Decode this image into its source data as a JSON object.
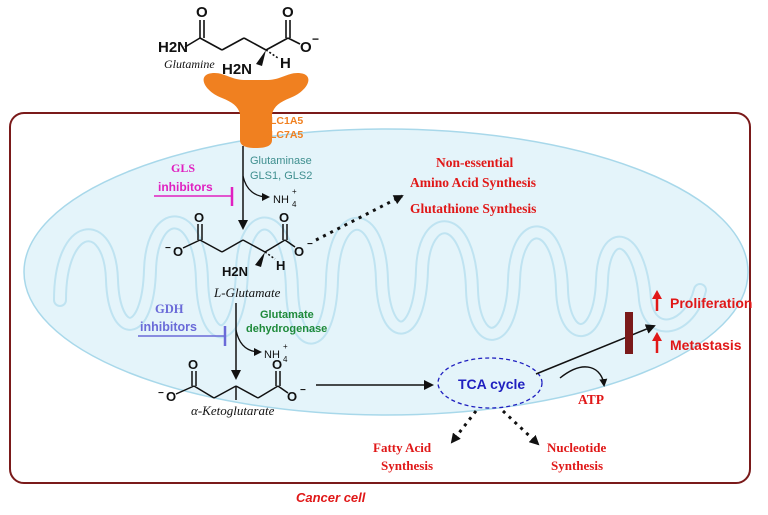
{
  "substrate": {
    "name": "Glutamine",
    "amide_group": "H2N",
    "amine_group": "H2N",
    "h_label": "H",
    "oxygen": "O",
    "charge": "−"
  },
  "transporter": {
    "line1": "SLC1A5",
    "line2": "SLC7A5",
    "color": "#f08020"
  },
  "glutaminase": {
    "title": "Glutaminase",
    "isoforms": "GLS1, GLS2",
    "color": "#3f8f8f"
  },
  "gls_inhibitors": {
    "line1": "GLS",
    "line2": "inhibitors",
    "color": "#e020c0"
  },
  "ammonia": {
    "formula": "NH",
    "subscript": "4",
    "superscript": "+"
  },
  "glutamate": {
    "name": "L-Glutamate",
    "amine_group": "H2N",
    "h_label": "H"
  },
  "outputs_top": {
    "line1": "Non-essential",
    "line2": "Amino Acid Synthesis",
    "line3": "Glutathione Synthesis"
  },
  "gdh_inhibitors": {
    "line1": "GDH",
    "line2": "inhibitors",
    "color": "#6a6ad8"
  },
  "gdh": {
    "line1": "Glutamate",
    "line2": "dehydrogenase",
    "color": "#1e8a3a"
  },
  "akg": {
    "name": "α-Ketoglutarate"
  },
  "tca": {
    "label": "TCA cycle",
    "color": "#2020c0"
  },
  "atp": "ATP",
  "outcomes": {
    "proliferation": "Proliferation",
    "metastasis": "Metastasis"
  },
  "fatty_acid": {
    "line1": "Fatty Acid",
    "line2": "Synthesis"
  },
  "nucleotide": {
    "line1": "Nucleotide",
    "line2": "Synthesis"
  },
  "cell_label": "Cancer cell",
  "colors": {
    "red": "#e01818",
    "cell_border": "#7a1a1a",
    "mito_fill": "#e4f4fa",
    "mito_stroke": "#a8d8ea"
  }
}
